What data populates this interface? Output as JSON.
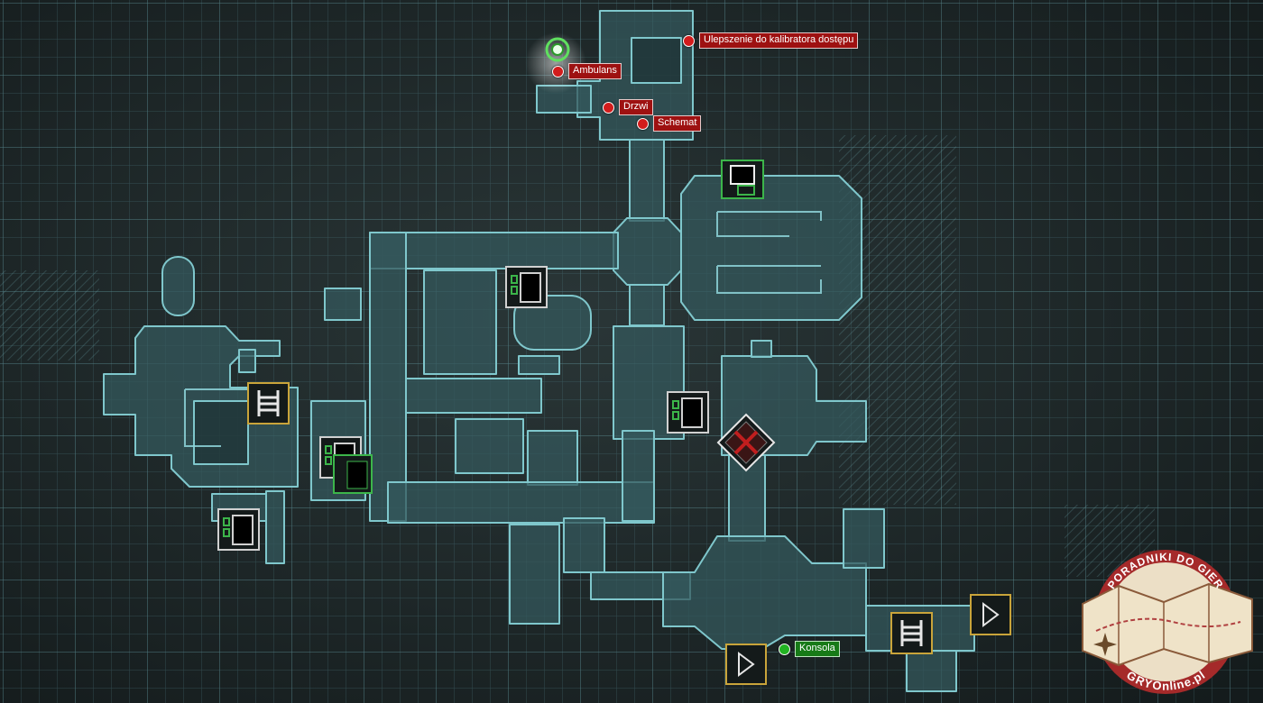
{
  "markers": {
    "ulepszenie": "Ulepszenie do kalibratora dostępu",
    "ambulans": "Ambulans",
    "drzwi": "Drzwi",
    "schemat": "Schemat",
    "konsola": "Konsola"
  },
  "logo": {
    "top_text": "PORADNIKI DO GIER",
    "bottom_text": "GRYOnline.pl"
  },
  "colors": {
    "background": "#1b2324",
    "room_fill": "#34585c",
    "room_stroke": "#7fc7cc",
    "grid": "#4d7d85",
    "marker_red": "#d21c1c",
    "marker_green": "#22b322",
    "logo_red": "#a52a2a"
  },
  "icons": [
    "medical-station-icon",
    "save-terminal-icon",
    "store-icon",
    "elevator-icon",
    "door-icon",
    "objective-cross-icon",
    "current-location-icon",
    "compass-rose-icon"
  ]
}
